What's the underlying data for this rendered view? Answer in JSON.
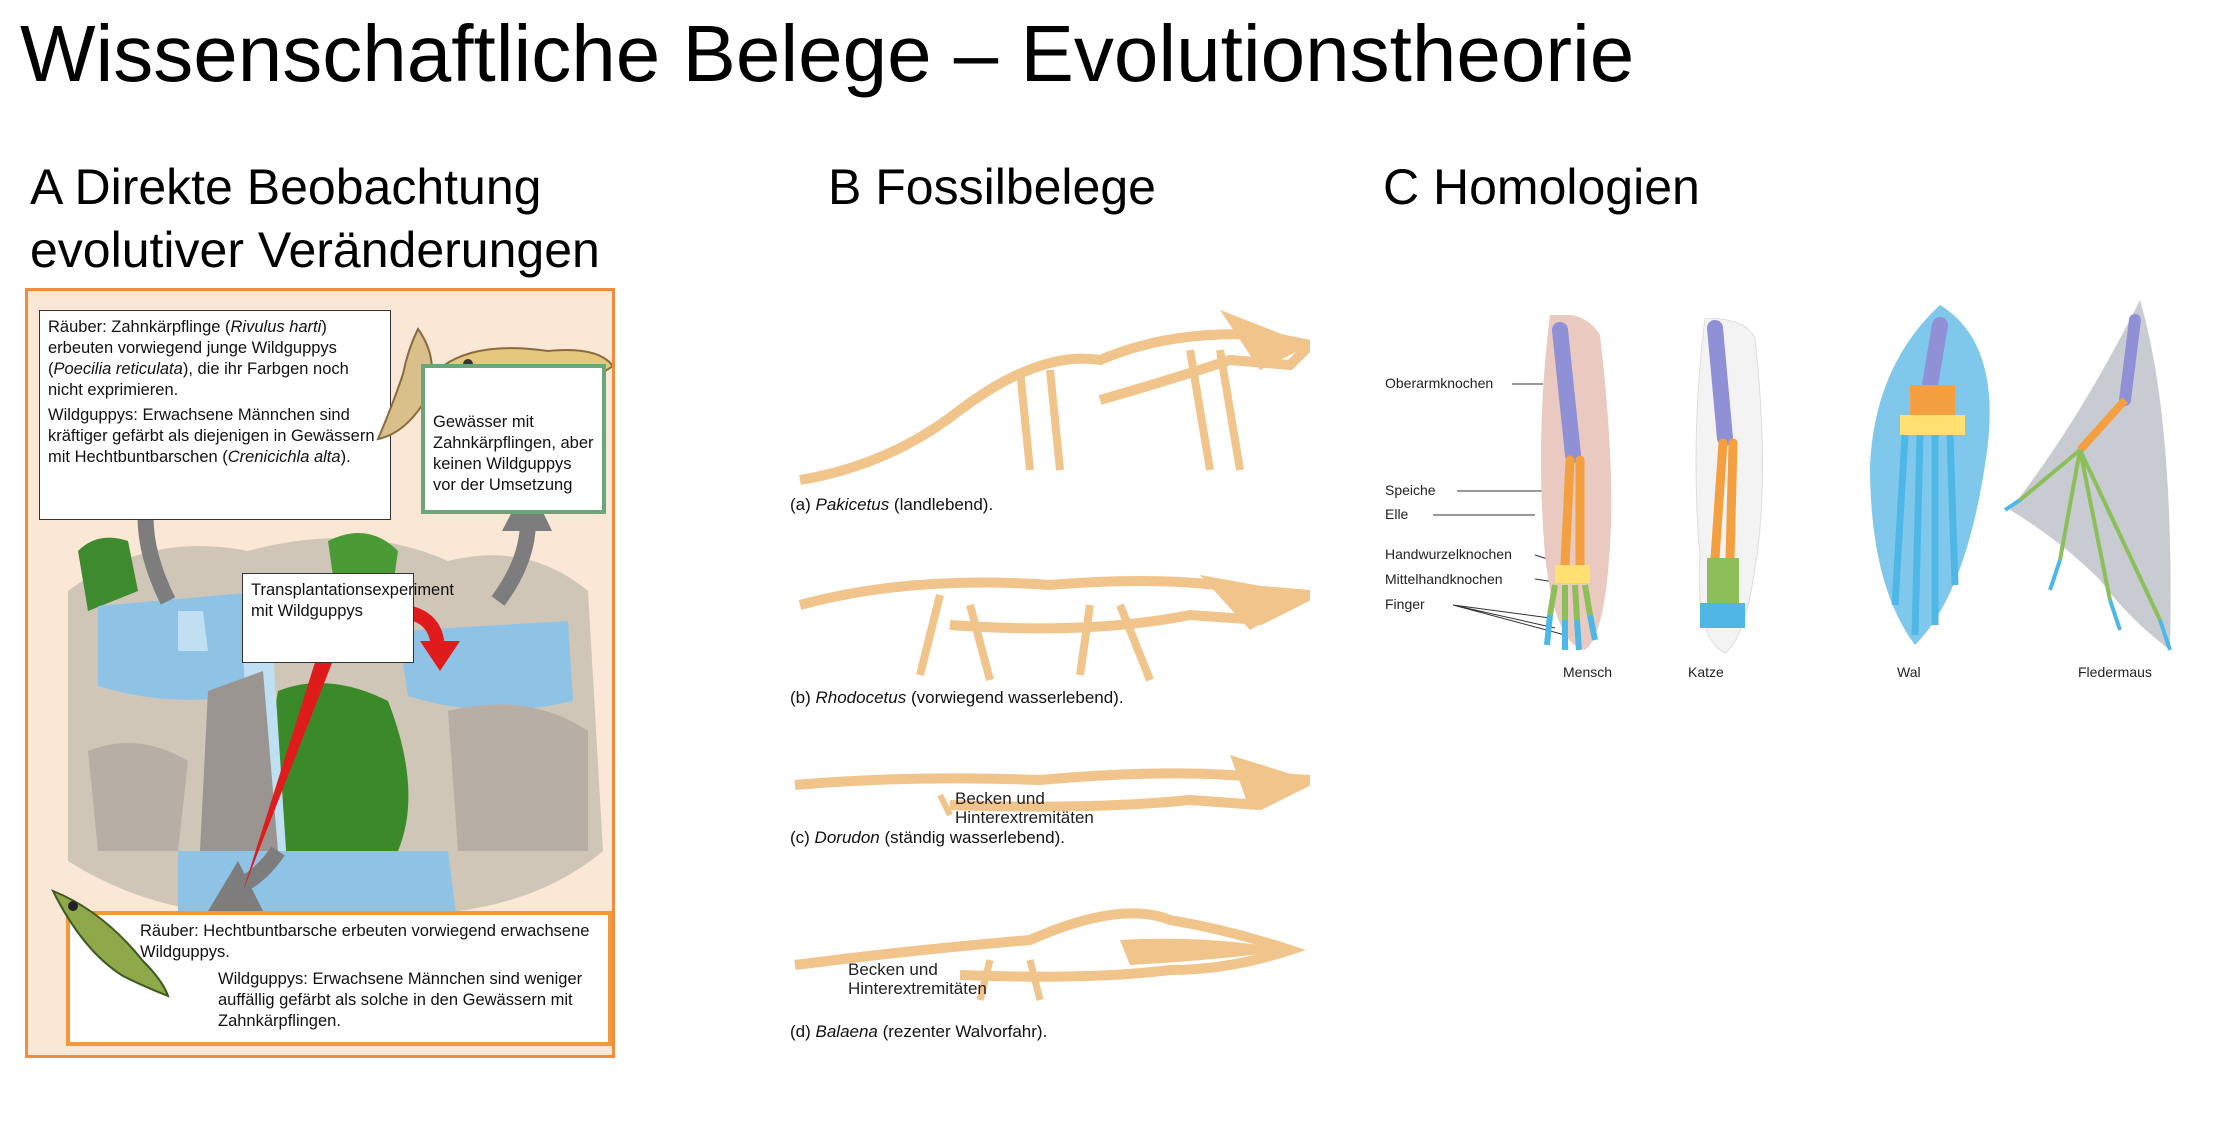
{
  "title": "Wissenschaftliche Belege – Evolutionstheorie",
  "sections": {
    "a": {
      "line1": "A Direkte Beobachtung",
      "line2": "evolutiver Veränderungen"
    },
    "b": {
      "label": "B Fossilbelege"
    },
    "c": {
      "label": "C Homologien"
    }
  },
  "panel_a": {
    "top_box": {
      "predator_pre": "Räuber: Zahnkärpflinge (",
      "predator_species": "Rivulus harti",
      "predator_mid": ") erbeuten vorwiegend junge Wildguppys (",
      "prey_species": "Poecilia reticulata",
      "predator_post": "), die ihr Farbgen noch nicht exprimieren.",
      "guppy_pre": "Wildguppys: Erwachsene Männchen sind kräftiger gefärbt als diejenigen in Gewässern mit Hechtbuntbarschen (",
      "guppy_species": "Crenicichla alta",
      "guppy_post": ")."
    },
    "green_box": "Gewässer mit Zahnkärpflingen, aber keinen Wildguppys vor der Umsetzung",
    "transplant_box": "Transplantationsexperiment mit Wildguppys",
    "bottom_box": {
      "predator": "Räuber: Hechtbuntbarsche erbeuten vorwiegend erwachsene Wildguppys.",
      "guppy": "Wildguppys: Erwachsene Männchen sind weniger auffällig gefärbt als solche in den Gewässern mit Zahnkärpflingen."
    },
    "colors": {
      "frame": "#f08c3c",
      "green_frame": "#6aa67a",
      "water": "#8fc3e6",
      "rock": "#9a9590",
      "plant": "#3e8a2e",
      "arrow_red": "#e01b1b"
    }
  },
  "fossils": [
    {
      "prefix": "(a) ",
      "species": "Pakicetus",
      "suffix": " (landlebend)."
    },
    {
      "prefix": "(b) ",
      "species": "Rhodocetus",
      "suffix": " (vorwiegend wasserlebend)."
    },
    {
      "prefix": "(c) ",
      "species": "Dorudon",
      "suffix": " (ständig wasserlebend).",
      "label_line1": "Becken und",
      "label_line2": "Hinterextremitäten"
    },
    {
      "prefix": "(d) ",
      "species": "Balaena",
      "suffix": " (rezenter Walvorfahr).",
      "label_line1": "Becken und",
      "label_line2": "Hinterextremitäten"
    }
  ],
  "homologies": {
    "bone_labels": [
      "Oberarmknochen",
      "Speiche",
      "Elle",
      "Handwurzelknochen",
      "Mittelhandknochen",
      "Finger"
    ],
    "species": [
      "Mensch",
      "Katze",
      "Wal",
      "Fledermaus"
    ],
    "colors": {
      "humerus": "#8f90d6",
      "radius_ulna": "#f4a040",
      "carpals": "#ffe070",
      "metacarpals": "#8cbf5a",
      "phalanges": "#4fb7e6",
      "skin": "#e9c9c0",
      "whale": "#7fc8ec",
      "bat": "#c8ccd2"
    }
  },
  "bone_color": "#f0c48a"
}
